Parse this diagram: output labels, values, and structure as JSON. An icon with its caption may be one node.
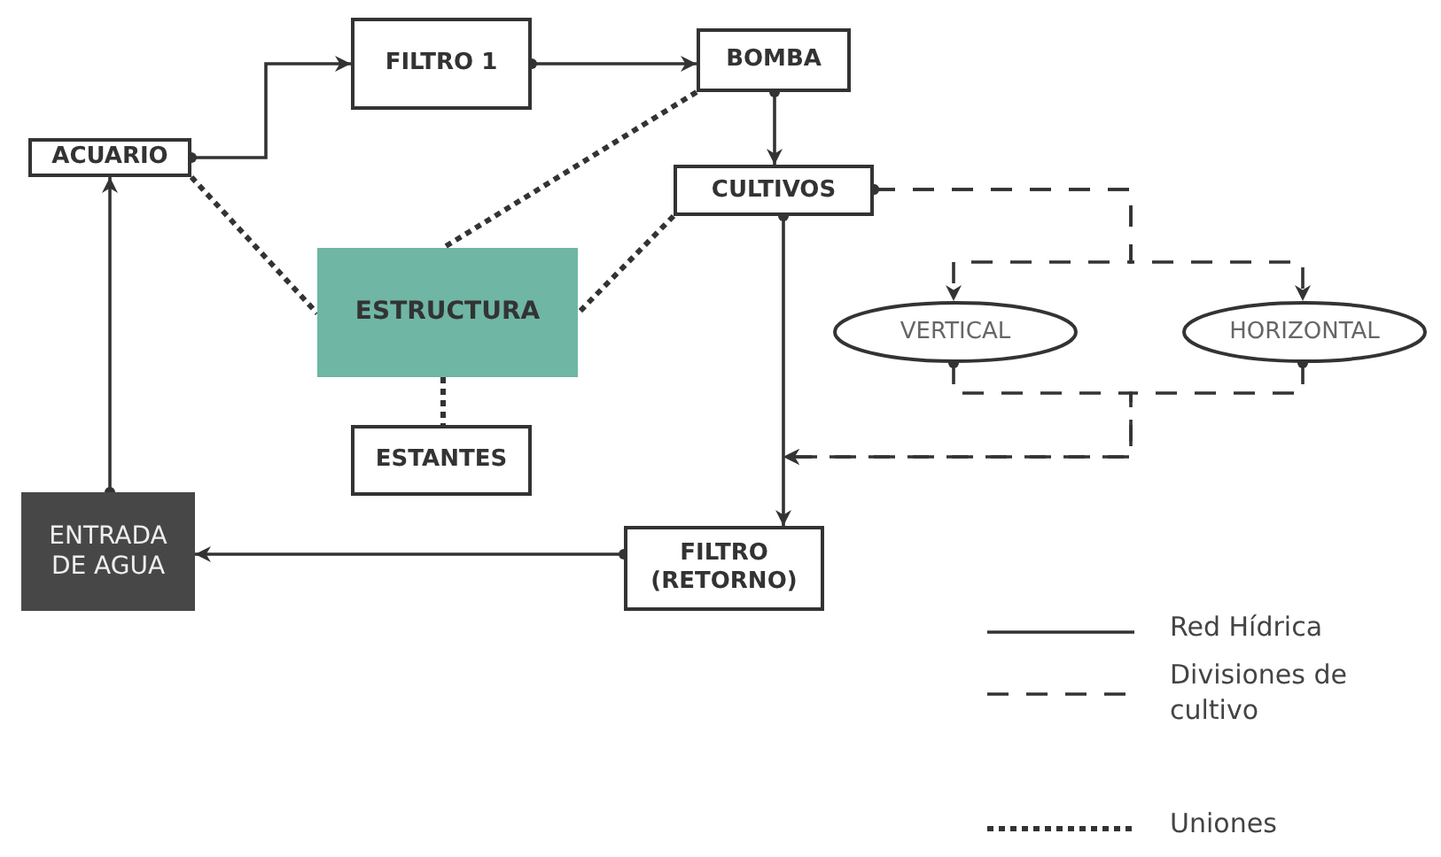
{
  "diagram": {
    "nodes": [
      {
        "text": [
          "ACUARIO"
        ]
      },
      {
        "text": [
          "FILTRO 1"
        ]
      },
      {
        "text": [
          "BOMBA"
        ]
      },
      {
        "text": [
          "CULTIVOS"
        ]
      },
      {
        "text": [
          "ESTRUCTURA"
        ]
      },
      {
        "text": [
          "VERTICAL"
        ]
      },
      {
        "text": [
          "HORIZONTAL"
        ]
      },
      {
        "text": [
          "ESTANTES"
        ]
      },
      {
        "text": [
          "ENTRADA DE AGUA"
        ]
      },
      {
        "text": [
          "FILTRO (RETORNO)"
        ]
      }
    ],
    "edges": [
      {
        "from": 0,
        "to": 1,
        "arrow": "to"
      },
      {
        "from": 1,
        "to": 2,
        "arrow": "to"
      },
      {
        "from": 2,
        "to": 3,
        "arrow": "to"
      },
      {
        "from": 3,
        "to": 5,
        "arrow": "to",
        "style": "dashed"
      },
      {
        "from": 3,
        "to": 6,
        "arrow": "to",
        "style": "dashed"
      },
      {
        "from": 5,
        "to": 9,
        "arrow": "to",
        "style": "dashed"
      },
      {
        "from": 6,
        "to": 9,
        "arrow": "to",
        "style": "dashed"
      },
      {
        "from": 3,
        "to": 9,
        "arrow": "to"
      },
      {
        "from": 9,
        "to": 8,
        "arrow": "to"
      },
      {
        "from": 8,
        "to": 0,
        "arrow": "to"
      },
      {
        "from": 0,
        "to": 4,
        "arrow": "none",
        "style": "dashed"
      },
      {
        "from": 2,
        "to": 4,
        "arrow": "none",
        "style": "dashed"
      },
      {
        "from": 3,
        "to": 4,
        "arrow": "none",
        "style": "dashed"
      },
      {
        "from": 4,
        "to": 7,
        "arrow": "none",
        "style": "dashed"
      }
    ],
    "legend": [
      {
        "text": "Red Hídrica"
      },
      {
        "text": "Divisiones de cultivo"
      },
      {
        "text": "Uniones"
      }
    ]
  }
}
